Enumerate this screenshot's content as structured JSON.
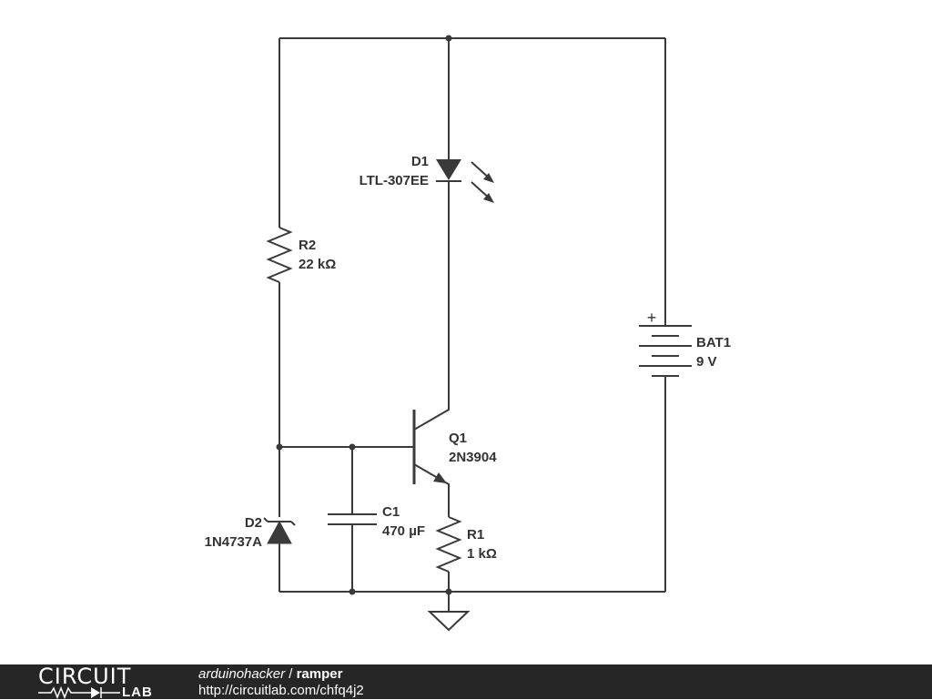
{
  "components": {
    "d1": {
      "ref": "D1",
      "value": "LTL-307EE"
    },
    "r2": {
      "ref": "R2",
      "value": "22 kΩ"
    },
    "bat1": {
      "ref": "BAT1",
      "value": "9 V",
      "polarity": "+"
    },
    "q1": {
      "ref": "Q1",
      "value": "2N3904"
    },
    "c1": {
      "ref": "C1",
      "value": "470 µF"
    },
    "d2": {
      "ref": "D2",
      "value": "1N4737A"
    },
    "r1": {
      "ref": "R1",
      "value": "1 kΩ"
    }
  },
  "footer": {
    "logo_top": "CIRCUIT",
    "logo_bottom": "LAB",
    "user": "arduinohacker",
    "separator": " / ",
    "project": "ramper",
    "url": "http://circuitlab.com/chfq4j2"
  },
  "colors": {
    "wire": "#3a3a3a",
    "text": "#333333",
    "footer_bg": "#262626",
    "footer_text": "#ffffff"
  }
}
